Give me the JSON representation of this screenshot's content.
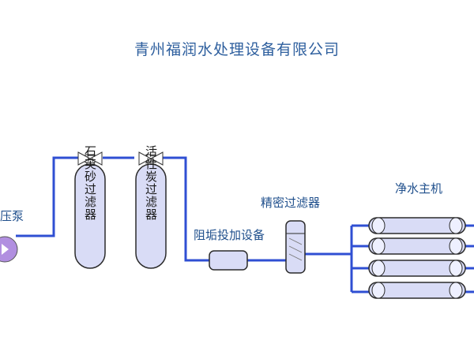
{
  "title": "青州福润水处理设备有限公司",
  "labels": {
    "pump": "压泵",
    "quartz_filter": "石英砂过滤器",
    "carbon_filter": "活性炭过滤器",
    "scale_inhibitor": "阻垢投加设备",
    "precision_filter": "精密过滤器",
    "ro_host": "净水主机"
  },
  "colors": {
    "pipe": "#2f4fd3",
    "vessel_fill": "#d9dcf6",
    "vessel_stroke": "#2b2b2b",
    "title": "#2e5f9e",
    "pump_fill": "#b18fe0"
  },
  "icons": [
    "valve-icon",
    "pump-icon"
  ]
}
